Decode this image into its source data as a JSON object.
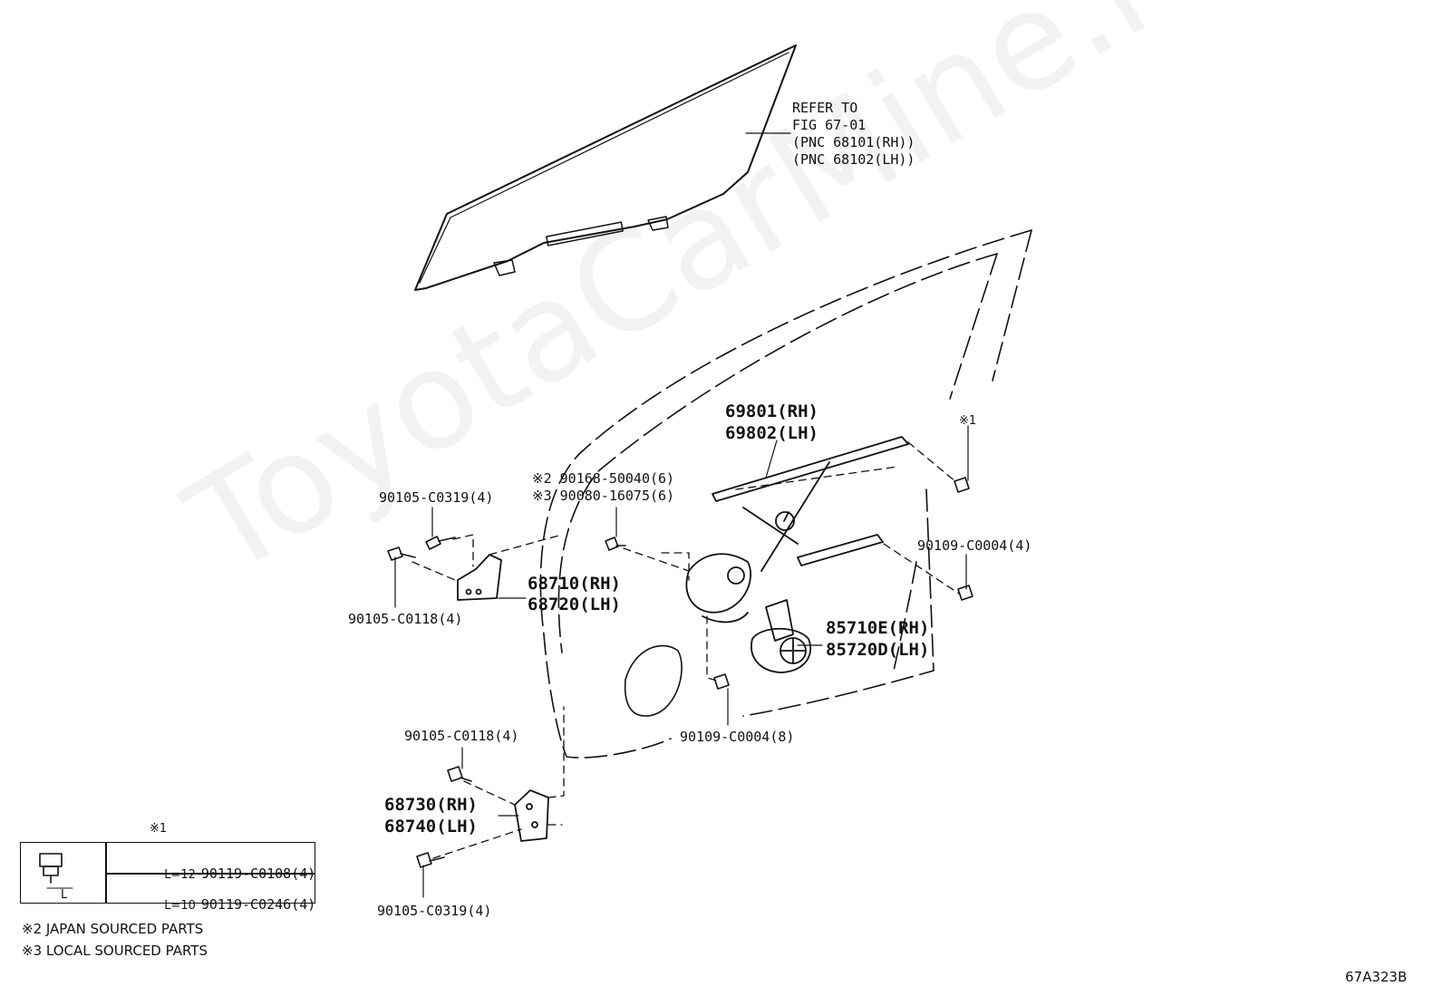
{
  "watermark": "ToyotaCarMine.ru",
  "diagram_code": "67A323B",
  "refer": {
    "line1": "REFER TO",
    "line2": "FIG 67-01",
    "line3": "(PNC 68101(RH))",
    "line4": "(PNC 68102(LH))"
  },
  "parts": {
    "regulator_rh": "69801(RH)",
    "regulator_lh": "69802(LH)",
    "note1_top": "※1",
    "bolt_japan": "※2 90168-50040(6)",
    "bolt_local": "※3 90080-16075(6)",
    "bolt_upper_hinge_top": "90105-C0319(4)",
    "bolt_upper_hinge_bottom": "90105-C0118(4)",
    "upper_hinge_rh": "68710(RH)",
    "upper_hinge_lh": "68720(LH)",
    "bolt_right": "90109-C0004(4)",
    "motor_rh": "85710E(RH)",
    "motor_lh": "85720D(LH)",
    "bolt_motor": "90109-C0004(8)",
    "bolt_lower_hinge_top": "90105-C0118(4)",
    "lower_hinge_rh": "68730(RH)",
    "lower_hinge_lh": "68740(LH)",
    "bolt_lower_hinge_bottom": "90105-C0319(4)"
  },
  "legend": {
    "marker": "※1",
    "dim_label": "L",
    "rows": [
      {
        "length": "L=12",
        "part": "90119-C0108(4)"
      },
      {
        "length": "L=10",
        "part": "90119-C0246(4)"
      }
    ]
  },
  "notes": {
    "japan": "※2 JAPAN SOURCED PARTS",
    "local": "※3 LOCAL SOURCED PARTS"
  }
}
